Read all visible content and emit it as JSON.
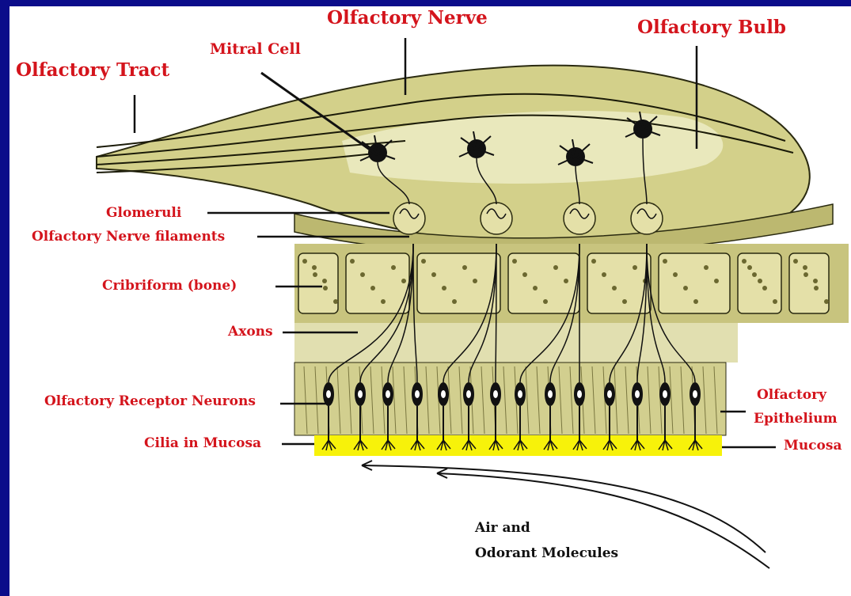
{
  "labels": {
    "olfactory_tract": "Olfactory Tract",
    "mitral_cell": "Mitral Cell",
    "olfactory_nerve": "Olfactory Nerve",
    "olfactory_bulb": "Olfactory Bulb",
    "glomeruli": "Glomeruli",
    "nerve_filaments": "Olfactory Nerve filaments",
    "cribriform": "Cribriform (bone)",
    "axons": "Axons",
    "receptor_neurons": "Olfactory Receptor Neurons",
    "cilia": "Cilia in Mucosa",
    "epithelium_line1": "Olfactory",
    "epithelium_line2": "Epithelium",
    "mucosa": "Mucosa",
    "air_line1": "Air and",
    "air_line2": "Odorant Molecules"
  },
  "colors": {
    "frame": "#0b0c8a",
    "label_red": "#d4141c",
    "tissue": "#c9c77a",
    "tissue_light": "#e3e2ad",
    "bone": "#d7d49a",
    "mucosa_yellow": "#f7f20a"
  }
}
